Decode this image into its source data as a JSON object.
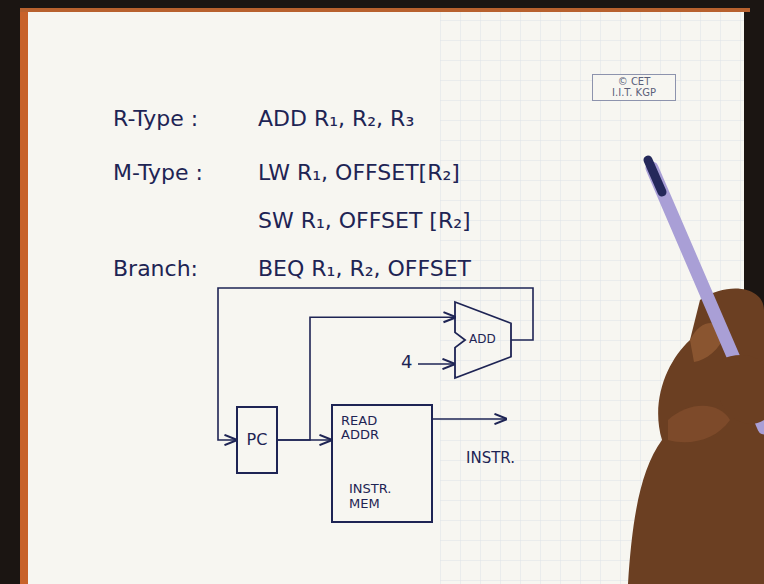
{
  "diagram": {
    "nodes": [
      {
        "text": [
          "ADD"
        ]
      },
      {
        "text": [
          "PC"
        ]
      },
      {
        "text": [
          "READ ADDR",
          "INSTR. MEM"
        ]
      }
    ],
    "edges": [
      {
        "from": 1,
        "to": 0,
        "arrow": "to"
      },
      {
        "from": 0,
        "to": 1,
        "arrow": "to"
      },
      {
        "from": 1,
        "to": 2,
        "arrow": "to"
      }
    ],
    "labels": [
      "© CET I.I.T. KGP",
      "R-Type :",
      "ADD R₁, R₂, R₃",
      "M-Type :",
      "LW R₁, OFFSET[R₂]",
      "SW R₁, OFFSET [R₂]",
      "Branch:",
      "BEQ R₁, R₂, OFFSET",
      "4",
      "INSTR."
    ]
  }
}
